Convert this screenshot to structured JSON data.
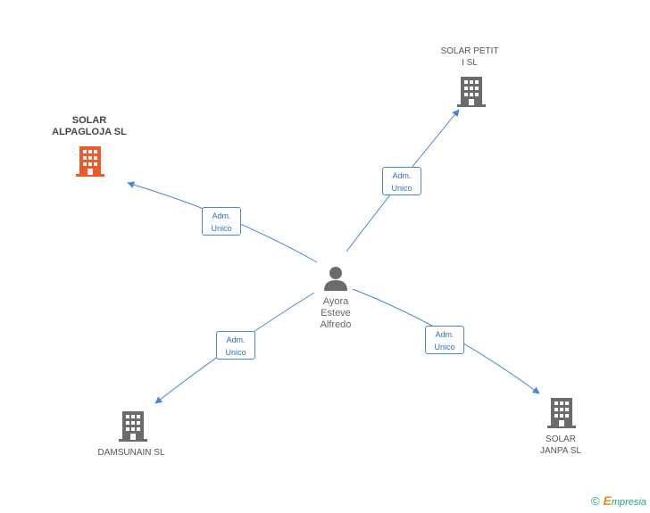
{
  "colors": {
    "edge": "#4a86d8",
    "building_default": "#6b6b6b",
    "building_highlight": "#f05a28",
    "person": "#6b6b6b"
  },
  "center": {
    "name": "Ayora\nEsteve\nAlfredo",
    "icon": "person-icon"
  },
  "companies": [
    {
      "id": "solar-alpagloja",
      "name": "SOLAR\nALPAGLOJA SL",
      "highlight": true,
      "icon": "building-icon"
    },
    {
      "id": "solar-petit",
      "name": "SOLAR PETIT\nI SL",
      "highlight": false,
      "icon": "building-icon"
    },
    {
      "id": "damsunain",
      "name": "DAMSUNAIN SL",
      "highlight": false,
      "icon": "building-icon"
    },
    {
      "id": "solar-janpa",
      "name": "SOLAR\nJANPA SL",
      "highlight": false,
      "icon": "building-icon"
    }
  ],
  "relations": [
    {
      "to": "solar-alpagloja",
      "label": "Adm.\nUnico"
    },
    {
      "to": "solar-petit",
      "label": "Adm.\nUnico"
    },
    {
      "to": "damsunain",
      "label": "Adm.\nUnico"
    },
    {
      "to": "solar-janpa",
      "label": "Adm.\nUnico"
    }
  ],
  "footer": {
    "copyright": "©",
    "brand_initial": "E",
    "brand_rest": "mpresia"
  }
}
